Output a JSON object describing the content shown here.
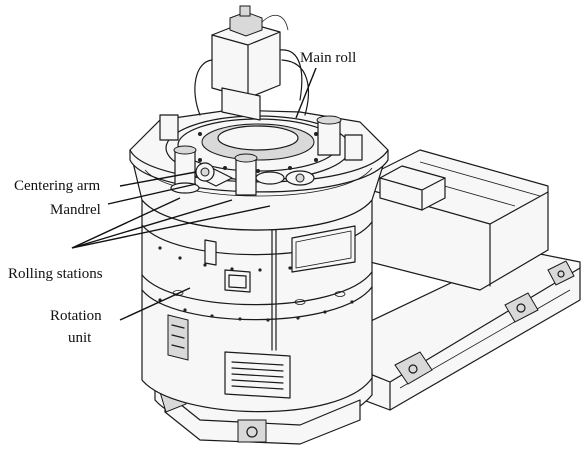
{
  "labels": {
    "main_roll": "Main roll",
    "centering_arm": "Centering arm",
    "mandrel": "Mandrel",
    "rolling_stations": "Rolling stations",
    "rotation_unit_line1": "Rotation",
    "rotation_unit_line2": "unit"
  }
}
